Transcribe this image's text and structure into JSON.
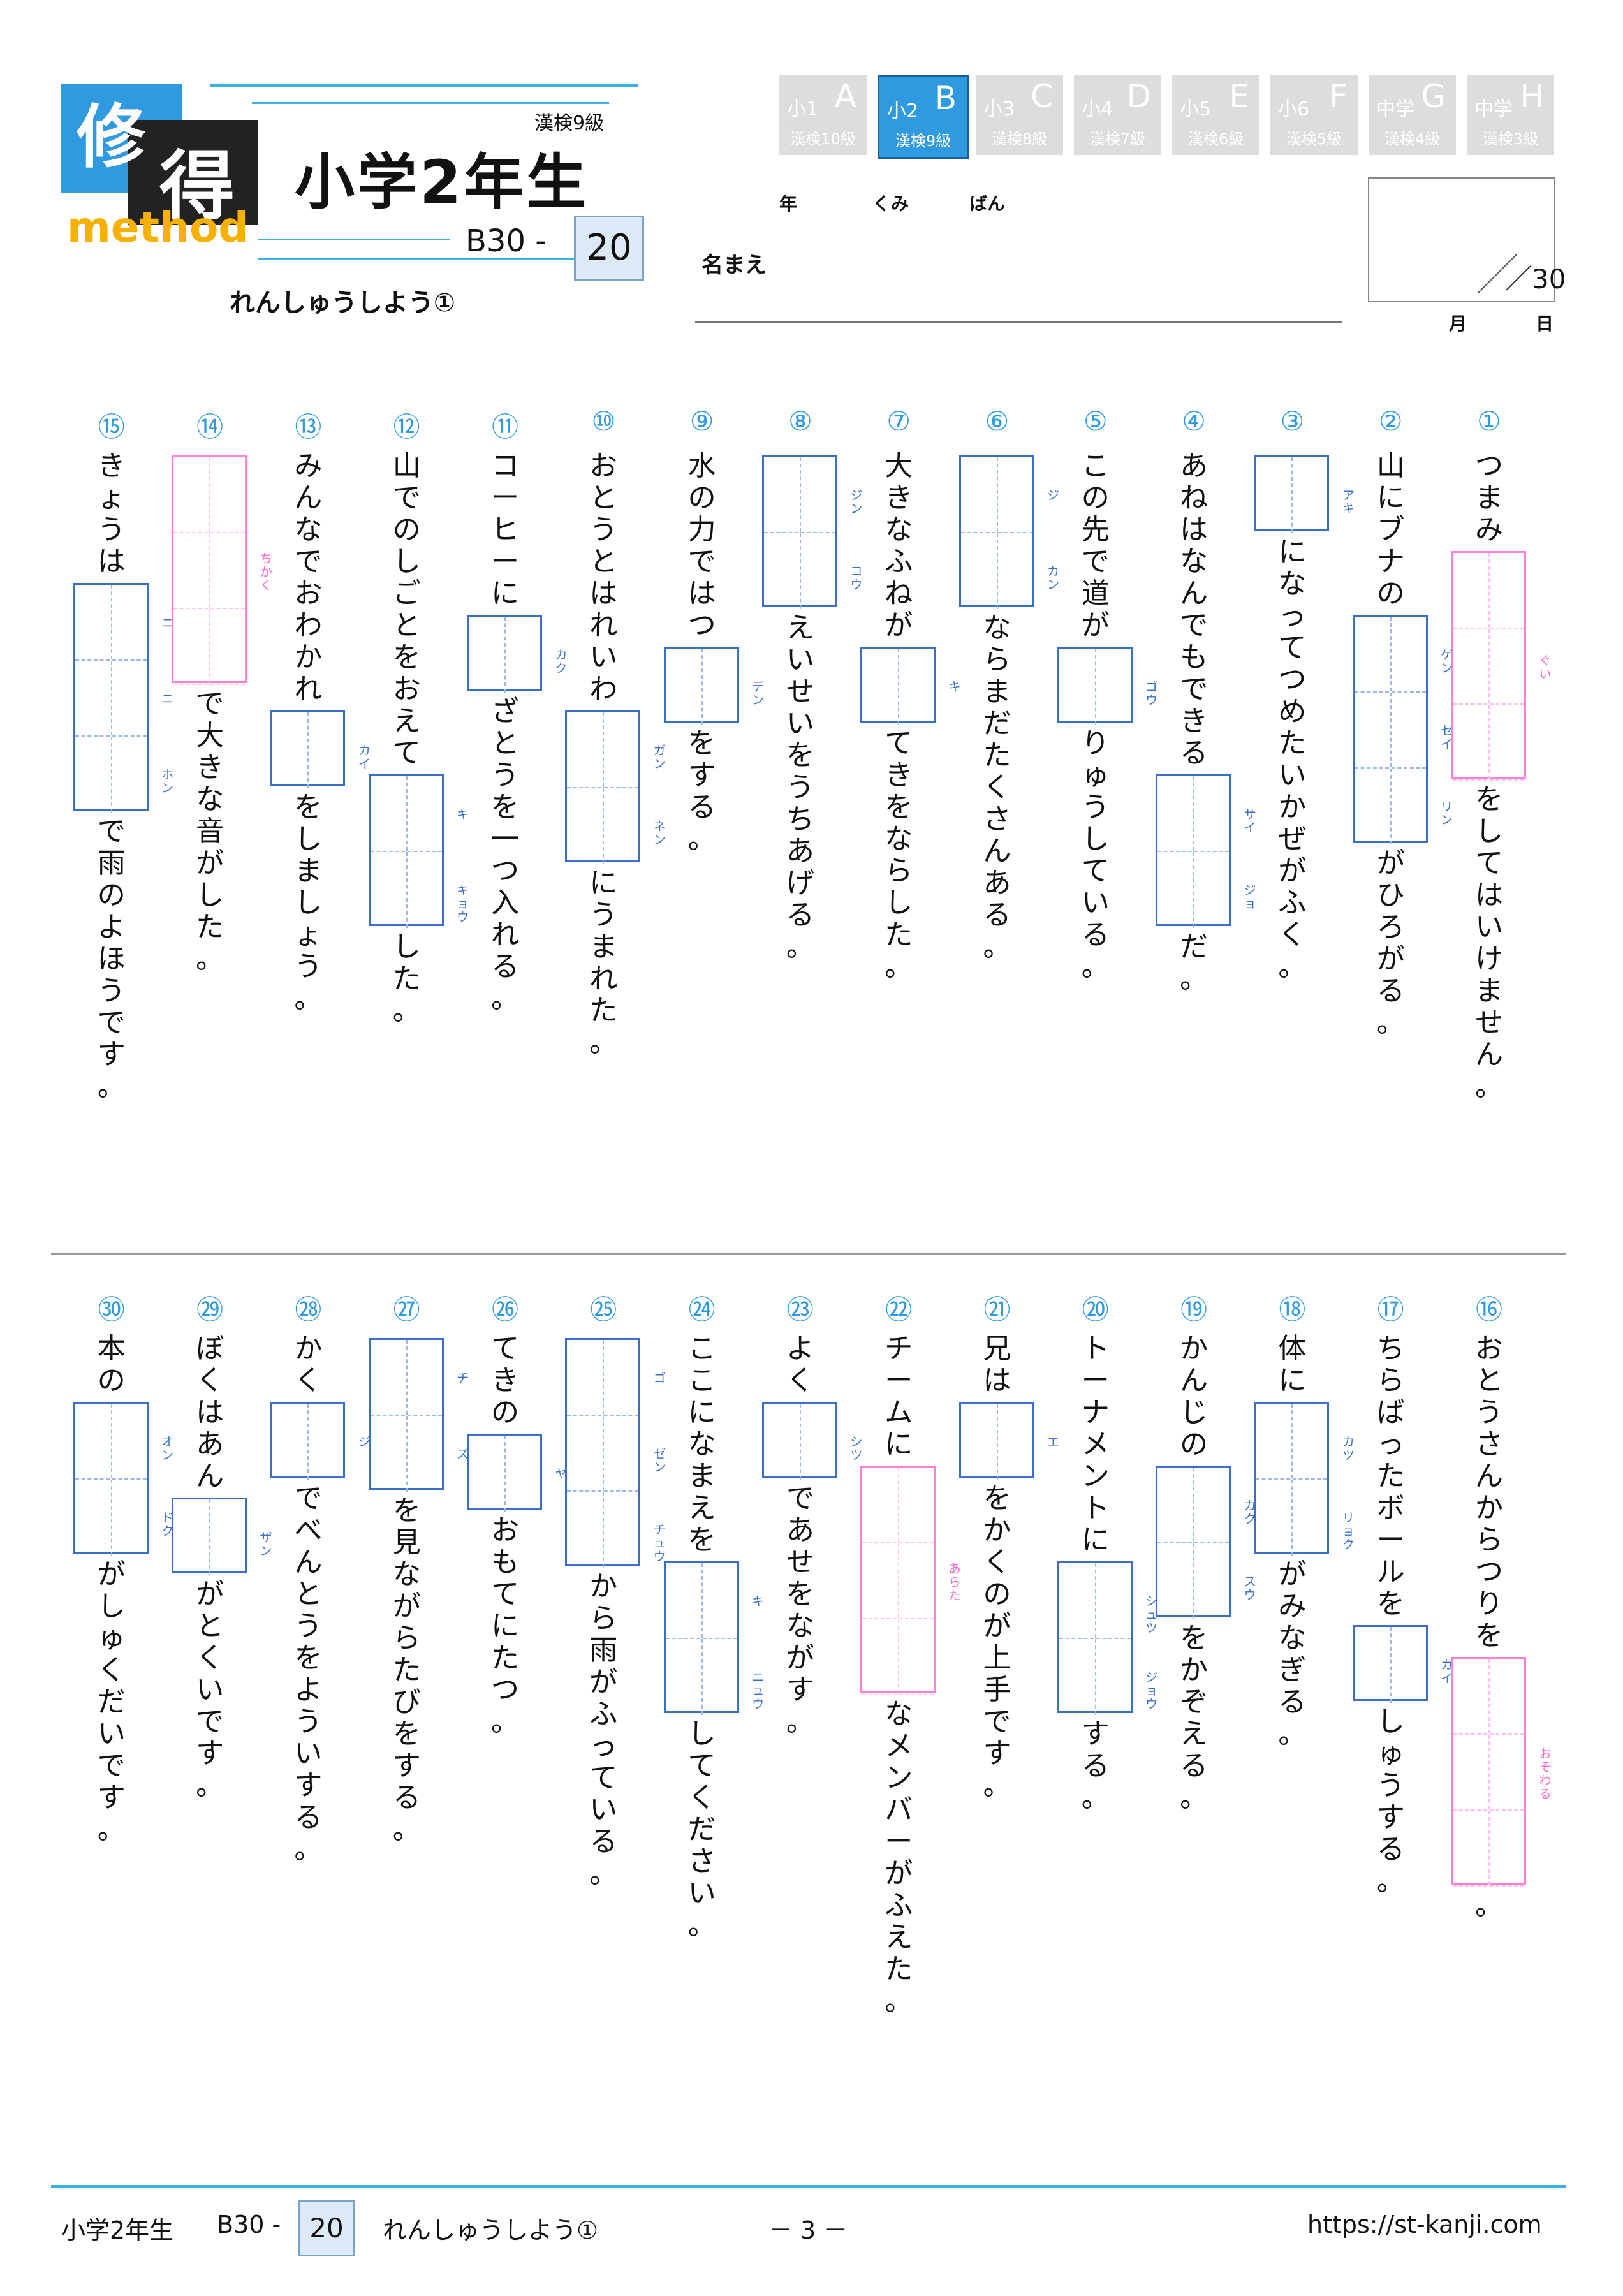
{
  "header": {
    "logo_kanji1": "修",
    "logo_kanji2": "得",
    "logo_word": "method",
    "grade": "小学2年生",
    "kentei": "漢検9級",
    "code": "B30 -",
    "number": "20",
    "title": "れんしゅうしよう①",
    "year_label": "年",
    "class_label": "くみ",
    "ban_label": "ばん",
    "name_label": "名まえ",
    "score": "／30",
    "month_label": "月",
    "day_label": "日",
    "accent_color": "#2f9ae0"
  },
  "tabs": [
    {
      "grade": "小1",
      "letter": "A",
      "kentei": "漢検10級",
      "active": false
    },
    {
      "grade": "小2",
      "letter": "B",
      "kentei": "漢検9級",
      "active": true
    },
    {
      "grade": "小3",
      "letter": "C",
      "kentei": "漢検8級",
      "active": false
    },
    {
      "grade": "小4",
      "letter": "D",
      "kentei": "漢検7級",
      "active": false
    },
    {
      "grade": "小5",
      "letter": "E",
      "kentei": "漢検6級",
      "active": false
    },
    {
      "grade": "小6",
      "letter": "F",
      "kentei": "漢検5級",
      "active": false
    },
    {
      "grade": "中学",
      "letter": "G",
      "kentei": "漢検4級",
      "active": false
    },
    {
      "grade": "中学",
      "letter": "H",
      "kentei": "漢検3級",
      "active": false
    }
  ],
  "questions": [
    {
      "num": "①",
      "parts": [
        {
          "text": "つまみ"
        },
        {
          "box": "pink",
          "cells": 3,
          "furigana": "ぐい"
        },
        {
          "text": "をしてはいけません。"
        }
      ]
    },
    {
      "num": "②",
      "parts": [
        {
          "text": "山に"
        },
        {
          "text": "ブナ"
        },
        {
          "text": "の"
        },
        {
          "box": "blue",
          "cells": 3,
          "furigana": [
            "ゲン",
            "セイ",
            "リン"
          ]
        },
        {
          "text": "がひろがる。"
        }
      ]
    },
    {
      "num": "③",
      "parts": [
        {
          "box": "blue",
          "cells": 1,
          "furigana": [
            "アキ"
          ]
        },
        {
          "text": "になってつめたいかぜがふく。"
        }
      ]
    },
    {
      "num": "④",
      "parts": [
        {
          "text": "あねはなんでもできる"
        },
        {
          "box": "blue",
          "cells": 2,
          "furigana": [
            "サイ",
            "ジョ"
          ]
        },
        {
          "text": "だ。"
        }
      ]
    },
    {
      "num": "⑤",
      "parts": [
        {
          "text": "この先で道が"
        },
        {
          "box": "blue",
          "cells": 1,
          "furigana": [
            "ゴウ"
          ]
        },
        {
          "text": "りゅうしている。"
        }
      ]
    },
    {
      "num": "⑥",
      "parts": [
        {
          "box": "blue",
          "cells": 2,
          "furigana": [
            "ジ",
            "カン"
          ]
        },
        {
          "text": "ならまだたくさんある。"
        }
      ]
    },
    {
      "num": "⑦",
      "parts": [
        {
          "text": "大きなふねが"
        },
        {
          "box": "blue",
          "cells": 1,
          "furigana": [
            "キ"
          ]
        },
        {
          "text": "てきをならした。"
        }
      ]
    },
    {
      "num": "⑧",
      "parts": [
        {
          "box": "blue",
          "cells": 2,
          "furigana": [
            "ジン",
            "コウ"
          ]
        },
        {
          "text": "えいせいをうちあげる。"
        }
      ]
    },
    {
      "num": "⑨",
      "parts": [
        {
          "text": "水の力ではつ"
        },
        {
          "box": "blue",
          "cells": 1,
          "furigana": [
            "デン"
          ]
        },
        {
          "text": "をする。"
        }
      ]
    },
    {
      "num": "⑩",
      "parts": [
        {
          "text": "おとうとはれいわ"
        },
        {
          "box": "blue",
          "cells": 2,
          "furigana": [
            "ガン",
            "ネン"
          ]
        },
        {
          "text": "にうまれた。"
        }
      ]
    },
    {
      "num": "⑪",
      "parts": [
        {
          "text": "コーヒーに"
        },
        {
          "box": "blue",
          "cells": 1,
          "furigana": [
            "カク"
          ]
        },
        {
          "text": "ざとうを一つ入れる。"
        }
      ]
    },
    {
      "num": "⑫",
      "parts": [
        {
          "text": "山でのしごとをおえて"
        },
        {
          "box": "blue",
          "cells": 2,
          "furigana": [
            "キ",
            "キョウ"
          ]
        },
        {
          "text": "した。"
        }
      ]
    },
    {
      "num": "⑬",
      "parts": [
        {
          "text": "みんなでおわかれ"
        },
        {
          "box": "blue",
          "cells": 1,
          "furigana": [
            "カイ"
          ]
        },
        {
          "text": "をしましょう。"
        }
      ]
    },
    {
      "num": "⑭",
      "parts": [
        {
          "box": "pink",
          "cells": 3,
          "furigana": "ちかく"
        },
        {
          "text": "で大きな音がした。"
        }
      ]
    },
    {
      "num": "⑮",
      "parts": [
        {
          "text": "きょうは"
        },
        {
          "box": "blue",
          "cells": 3,
          "furigana": [
            "ニ",
            "ニ",
            "ホン"
          ]
        },
        {
          "text": "で雨のよほうです。"
        }
      ]
    },
    {
      "num": "⑯",
      "parts": [
        {
          "text": "おとうさんからつりを"
        },
        {
          "box": "pink",
          "cells": 3,
          "furigana": "おそわる"
        },
        {
          "text": "。"
        }
      ]
    },
    {
      "num": "⑰",
      "parts": [
        {
          "text": "ちらばったボールを"
        },
        {
          "box": "blue",
          "cells": 1,
          "furigana": [
            "カイ"
          ]
        },
        {
          "text": "しゅうする。"
        }
      ]
    },
    {
      "num": "⑱",
      "parts": [
        {
          "text": "体に"
        },
        {
          "box": "blue",
          "cells": 2,
          "furigana": [
            "カツ",
            "リョク"
          ]
        },
        {
          "text": "がみなぎる。"
        }
      ]
    },
    {
      "num": "⑲",
      "parts": [
        {
          "text": "かんじの"
        },
        {
          "box": "blue",
          "cells": 2,
          "furigana": [
            "カク",
            "スウ"
          ]
        },
        {
          "text": "をかぞえる。"
        }
      ]
    },
    {
      "num": "⑳",
      "parts": [
        {
          "text": "トーナメントに"
        },
        {
          "box": "blue",
          "cells": 2,
          "furigana": [
            "シュツ",
            "ジョウ"
          ]
        },
        {
          "text": "する。"
        }
      ]
    },
    {
      "num": "㉑",
      "parts": [
        {
          "text": "兄は"
        },
        {
          "box": "blue",
          "cells": 1,
          "furigana": [
            "エ"
          ]
        },
        {
          "text": "をかくのが上手です。"
        }
      ]
    },
    {
      "num": "㉒",
      "parts": [
        {
          "text": "チームに"
        },
        {
          "box": "pink",
          "cells": 3,
          "furigana": "あらた"
        },
        {
          "text": "なメンバーがふえた。"
        }
      ]
    },
    {
      "num": "㉓",
      "parts": [
        {
          "text": "よく"
        },
        {
          "box": "blue",
          "cells": 1,
          "furigana": [
            "シツ"
          ]
        },
        {
          "text": "であせをながす。"
        }
      ]
    },
    {
      "num": "㉔",
      "parts": [
        {
          "text": "ここになまえを"
        },
        {
          "box": "blue",
          "cells": 2,
          "furigana": [
            "キ",
            "ニュウ"
          ]
        },
        {
          "text": "してください。"
        }
      ]
    },
    {
      "num": "㉕",
      "parts": [
        {
          "box": "blue",
          "cells": 3,
          "furigana": [
            "ゴ",
            "ゼン",
            "チュウ"
          ]
        },
        {
          "text": "から雨がふっている。"
        }
      ]
    },
    {
      "num": "㉖",
      "parts": [
        {
          "text": "てきの"
        },
        {
          "box": "blue",
          "cells": 1,
          "furigana": [
            "ヤ"
          ]
        },
        {
          "text": "おもてにたつ。"
        }
      ]
    },
    {
      "num": "㉗",
      "parts": [
        {
          "box": "blue",
          "cells": 2,
          "furigana": [
            "チ",
            "ズ"
          ]
        },
        {
          "text": "を見ながらたびをする。"
        }
      ]
    },
    {
      "num": "㉘",
      "parts": [
        {
          "text": "かく"
        },
        {
          "box": "blue",
          "cells": 1,
          "furigana": [
            "ジ"
          ]
        },
        {
          "text": "でべんとうをよういする。"
        }
      ]
    },
    {
      "num": "㉙",
      "parts": [
        {
          "text": "ぼくはあん"
        },
        {
          "box": "blue",
          "cells": 1,
          "furigana": [
            "ザン"
          ]
        },
        {
          "text": "がとくいです。"
        }
      ]
    },
    {
      "num": "㉚",
      "parts": [
        {
          "text": "本の"
        },
        {
          "box": "blue",
          "cells": 2,
          "furigana": [
            "オン",
            "ドク"
          ]
        },
        {
          "text": "がしゅくだいです。"
        }
      ]
    }
  ],
  "footer": {
    "grade": "小学2年生",
    "code": "B30 -",
    "number": "20",
    "title": "れんしゅうしよう①",
    "page": "－ 3 －",
    "url": "https://st-kanji.com"
  }
}
